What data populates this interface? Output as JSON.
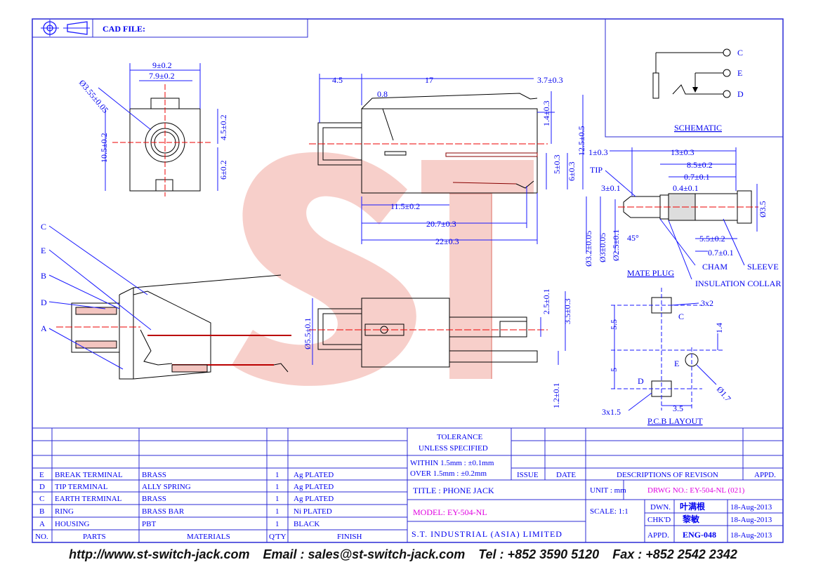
{
  "header": {
    "cad_label": "CAD FILE:"
  },
  "schematic": {
    "title": "SCHEMATIC",
    "pins": [
      "C",
      "E",
      "D"
    ]
  },
  "front_view": {
    "dims": [
      "9±0.2",
      "7.9±0.2",
      "Ø3.55±0.05",
      "10.5±0.2",
      "4.5±0.2",
      "6±0.2"
    ]
  },
  "side_view": {
    "dims": [
      "4.5",
      "17",
      "3.7±0.3",
      "0.8",
      "1.4±0.3",
      "12.5±0.5",
      "5±0.3",
      "6±0.3",
      "11.5±0.2",
      "20.7±0.3",
      "22±0.3"
    ]
  },
  "plug": {
    "title": "MATE PLUG",
    "labels": [
      "TIP",
      "CHAM",
      "SLEEVE",
      "INSULATION COLLAR"
    ],
    "dims": [
      "1±0.3",
      "13±0.3",
      "8.5±0.2",
      "0.7±0.1",
      "3±0.1",
      "0.4±0.1",
      "Ø3.5",
      "5.5±0.2",
      "0.7±0.1",
      "45°",
      "Ø3.2±0.05",
      "Ø3±0.05",
      "Ø2.5±0.1"
    ]
  },
  "section_view": {
    "labels": [
      "C",
      "E",
      "B",
      "D",
      "A"
    ]
  },
  "bottom_view": {
    "dims": [
      "Ø5.5±0.1",
      "2.5±0.1",
      "3.5±0.3",
      "1.2±0.1"
    ]
  },
  "pcb": {
    "title": "P.C.B LAYOUT",
    "dims": [
      "3x2",
      "5.5",
      "1.4",
      "5",
      "Ø1.7",
      "3x1.5",
      "3.5"
    ],
    "pins": [
      "C",
      "E",
      "D"
    ]
  },
  "watermark": "ST",
  "bom": {
    "rows": [
      {
        "no": "E",
        "part": "BREAK TERMINAL",
        "material": "BRASS",
        "qty": "1",
        "finish": "Ag PLATED"
      },
      {
        "no": "D",
        "part": "TIP TERMINAL",
        "material": "ALLY SPRING",
        "qty": "1",
        "finish": "Ag PLATED"
      },
      {
        "no": "C",
        "part": "EARTH TERMINAL",
        "material": "BRASS",
        "qty": "1",
        "finish": "Ag PLATED"
      },
      {
        "no": "B",
        "part": "RING",
        "material": "BRASS BAR",
        "qty": "1",
        "finish": "Ni PLATED"
      },
      {
        "no": "A",
        "part": "HOUSING",
        "material": "PBT",
        "qty": "1",
        "finish": "BLACK"
      }
    ],
    "headers": {
      "no": "NO.",
      "part": "PARTS",
      "material": "MATERIALS",
      "qty": "Q'TY",
      "finish": "FINISH"
    }
  },
  "tolerance": {
    "title": "TOLERANCE",
    "subtitle": "UNLESS  SPECIFIED",
    "within": "WITHIN  1.5mm : ±0.1mm",
    "over": "OVER    1.5mm : ±0.2mm"
  },
  "revision": {
    "issue": "ISSUE",
    "date": "DATE",
    "desc": "DESCRIPTIONS  OF  REVISON",
    "appd": "APPD."
  },
  "title_block": {
    "title": "TITLE : PHONE JACK",
    "model": "MODEL: EY-504-NL",
    "unit": "UNIT :   mm",
    "drwg": "DRWG NO.: EY-504-NL (021)",
    "scale": "SCALE:  1:1",
    "dwn": "DWN.",
    "dwn_name": "叶满根",
    "dwn_date": "18-Aug-2013",
    "chkd": "CHK'D",
    "chkd_name": "黎敏",
    "chkd_date": "18-Aug-2013",
    "appd": "APPD.",
    "appd_name": "ENG-048",
    "appd_date": "18-Aug-2013",
    "company": "S.T.  INDUSTRIAL  (ASIA)  LIMITED"
  },
  "footer": {
    "url": "http://www.st-switch-jack.com",
    "email": "Email : sales@st-switch-jack.com",
    "tel": "Tel : +852 3590 5120",
    "fax": "Fax : +852 2542 2342"
  },
  "colors": {
    "line": "#1a1aff",
    "frame": "#2b2bd6",
    "magenta": "#e000e0",
    "watermark": "#f4b6b0"
  }
}
